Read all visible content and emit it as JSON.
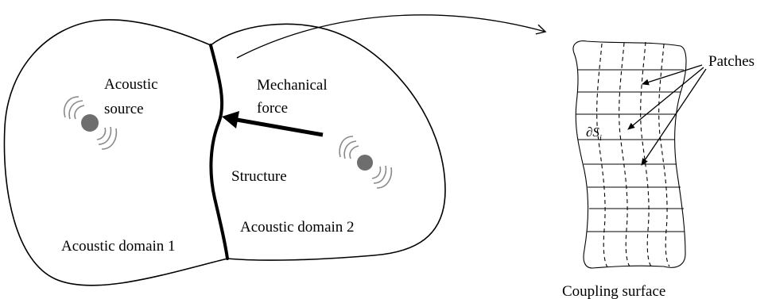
{
  "labels": {
    "acoustic_source": [
      "Acoustic",
      "source"
    ],
    "mechanical_force": [
      "Mechanical",
      "force"
    ],
    "structure": "Structure",
    "domain_1": "Acoustic domain 1",
    "domain_2": "Acoustic domain 2",
    "patches": "Patches",
    "coupling_surface": "Coupling surface",
    "surface_symbol": "∂S",
    "surface_subscript": "i"
  },
  "colors": {
    "outline": "#000000",
    "source_dot": "#6e6e6e",
    "wave": "#8a8a8a"
  }
}
